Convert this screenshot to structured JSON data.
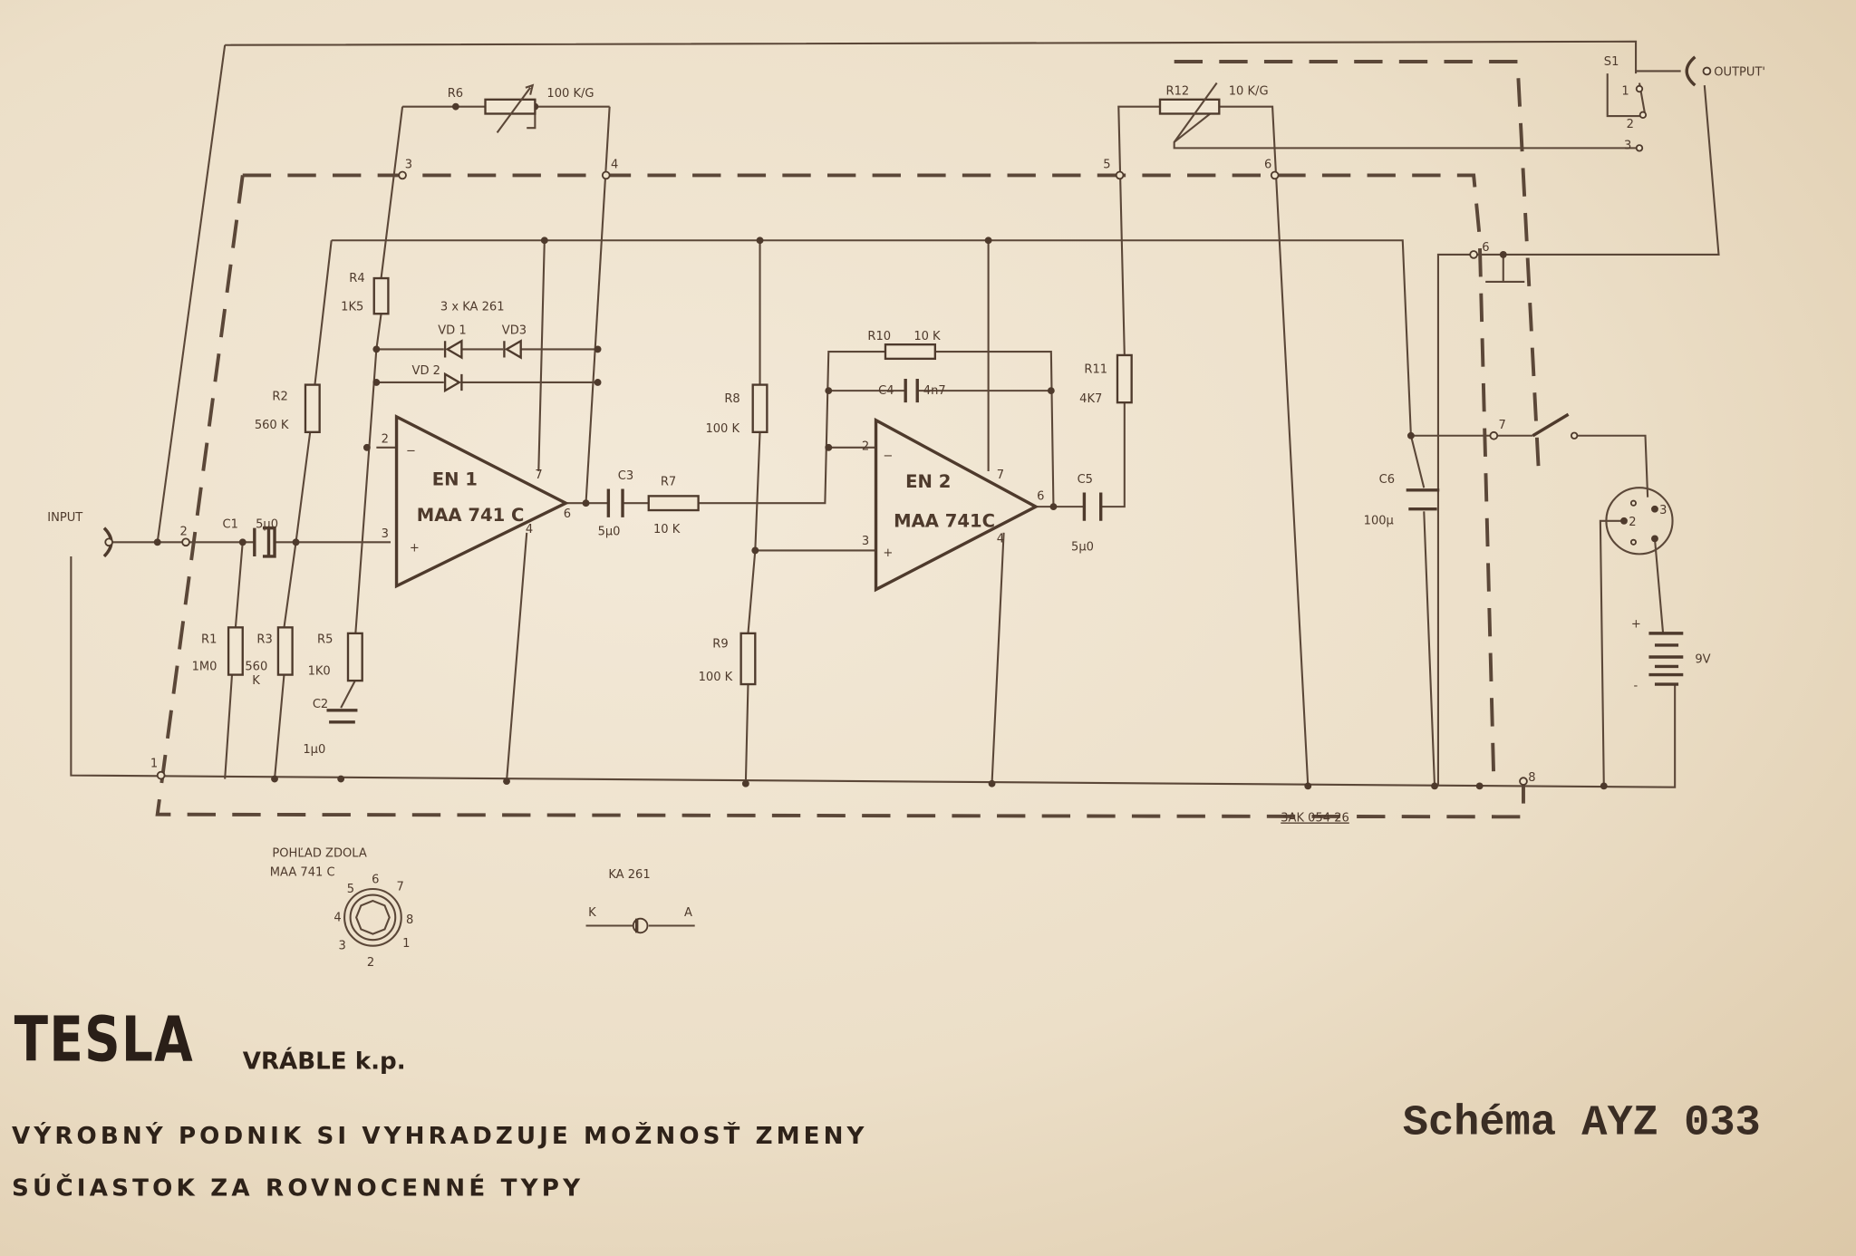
{
  "connectors": {
    "input": "INPUT",
    "output": "OUTPUT'",
    "switch": "S1",
    "battery": "9V",
    "battery_plus": "+",
    "battery_minus": "-"
  },
  "components": {
    "R1": {
      "ref": "R1",
      "value": "1M0"
    },
    "R2": {
      "ref": "R2",
      "value": "560 K"
    },
    "R3": {
      "ref": "R3",
      "value": "560",
      "value2": "K"
    },
    "R4": {
      "ref": "R4",
      "value": "1K5"
    },
    "R5": {
      "ref": "R5",
      "value": "1K0"
    },
    "R6": {
      "ref": "R6",
      "value": "100 K/G"
    },
    "R7": {
      "ref": "R7",
      "value": "10 K"
    },
    "R8": {
      "ref": "R8",
      "value": "100 K"
    },
    "R9": {
      "ref": "R9",
      "value": "100 K"
    },
    "R10": {
      "ref": "R10",
      "value": "10 K"
    },
    "R11": {
      "ref": "R11",
      "value": "4K7"
    },
    "R12": {
      "ref": "R12",
      "value": "10 K/G"
    },
    "C1": {
      "ref": "C1",
      "value": "5µ0"
    },
    "C2": {
      "ref": "C2",
      "value": "1µ0"
    },
    "C3": {
      "ref": "C3",
      "value": "5µ0"
    },
    "C4": {
      "ref": "C4",
      "value": "4n7"
    },
    "C5": {
      "ref": "C5",
      "value": "5µ0"
    },
    "C6": {
      "ref": "C6",
      "value": "100µ"
    },
    "diodes": {
      "group": "3 x KA 261",
      "vd1": "VD 1",
      "vd2": "VD 2",
      "vd3": "VD3"
    },
    "EN1": {
      "ref": "EN 1",
      "type": "MAA 741 C"
    },
    "EN2": {
      "ref": "EN 2",
      "type": "MAA 741C"
    }
  },
  "pins": {
    "board": [
      "1",
      "2",
      "3",
      "4",
      "5",
      "6",
      "6",
      "7",
      "8"
    ],
    "opamp": {
      "minus_pin": "2",
      "plus_pin": "3",
      "v_pos": "7",
      "v_neg": "4",
      "out": "6",
      "minus": "−",
      "plus": "+"
    },
    "s1": [
      "1",
      "2",
      "3"
    ],
    "din": [
      "2",
      "3"
    ]
  },
  "board_code": "3AK 054 26",
  "legend": {
    "pinout_title_1": "POHĽAD ZDOLA",
    "pinout_title_2": "MAA 741 C",
    "pinout_numbers": [
      "1",
      "2",
      "3",
      "4",
      "5",
      "6",
      "7",
      "8"
    ],
    "diode_title": "KA 261",
    "diode_k": "K",
    "diode_a": "A"
  },
  "footer": {
    "brand": "TESLA",
    "plant": "VRÁBLE k.p.",
    "notice_1": "VÝROBNÝ PODNIK SI VYHRADZUJE MOŽNOSŤ ZMENY",
    "notice_2": "SÚČIASTOK ZA ROVNOCENNÉ TYPY",
    "title": "Schéma AYZ 033"
  }
}
